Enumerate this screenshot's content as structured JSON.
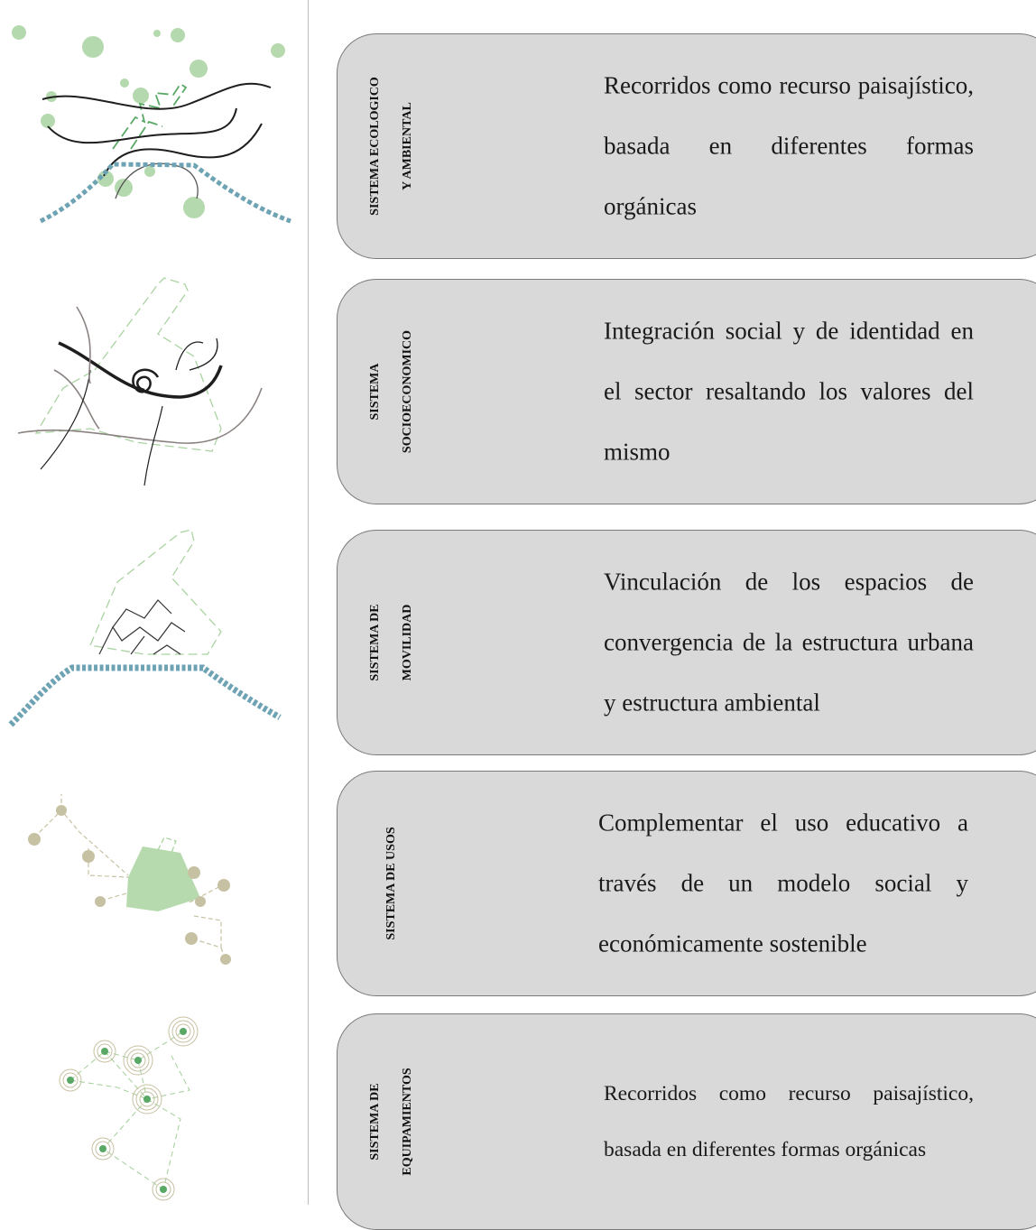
{
  "rows": [
    {
      "label_lines": [
        "SISTEMA ECOLOGICO",
        "Y AMBIENTAL"
      ],
      "description": "Recorridos como recurso paisajístico, basada en diferentes formas orgánicas",
      "sketch_icon": "ecological-paths-sketch-icon"
    },
    {
      "label_lines": [
        "SISTEMA",
        "SOCIOECONOMICO"
      ],
      "description": "Integración social y de identidad en el sector resaltando los valores del mismo",
      "sketch_icon": "spiral-sketch-icon"
    },
    {
      "label_lines": [
        "SISTEMA DE",
        "MOVILIDAD"
      ],
      "description": "Vinculación de los espacios de convergencia de la estructura urbana y estructura ambiental",
      "sketch_icon": "mobility-network-sketch-icon"
    },
    {
      "label_lines": [
        "SISTEMA DE USOS"
      ],
      "description": "Complementar el uso educativo a través de un modelo social y económicamente sostenible",
      "sketch_icon": "land-use-nodes-sketch-icon"
    },
    {
      "label_lines": [
        "SISTEMA DE",
        "EQUIPAMIENTOS"
      ],
      "description": "Recorridos como recurso paisajístico, basada en diferentes formas orgánicas",
      "sketch_icon": "facilities-nodes-sketch-icon"
    }
  ],
  "colors": {
    "card_fill": "#d9d9d9",
    "card_border": "#7a7a7a",
    "green_light": "#a9d3a0",
    "green_dash": "#5aa866",
    "water_blue": "#6ea3b4",
    "tan_node": "#c7c1a3",
    "dark_line": "#1e1e1e",
    "gray_line": "#8a8280"
  }
}
